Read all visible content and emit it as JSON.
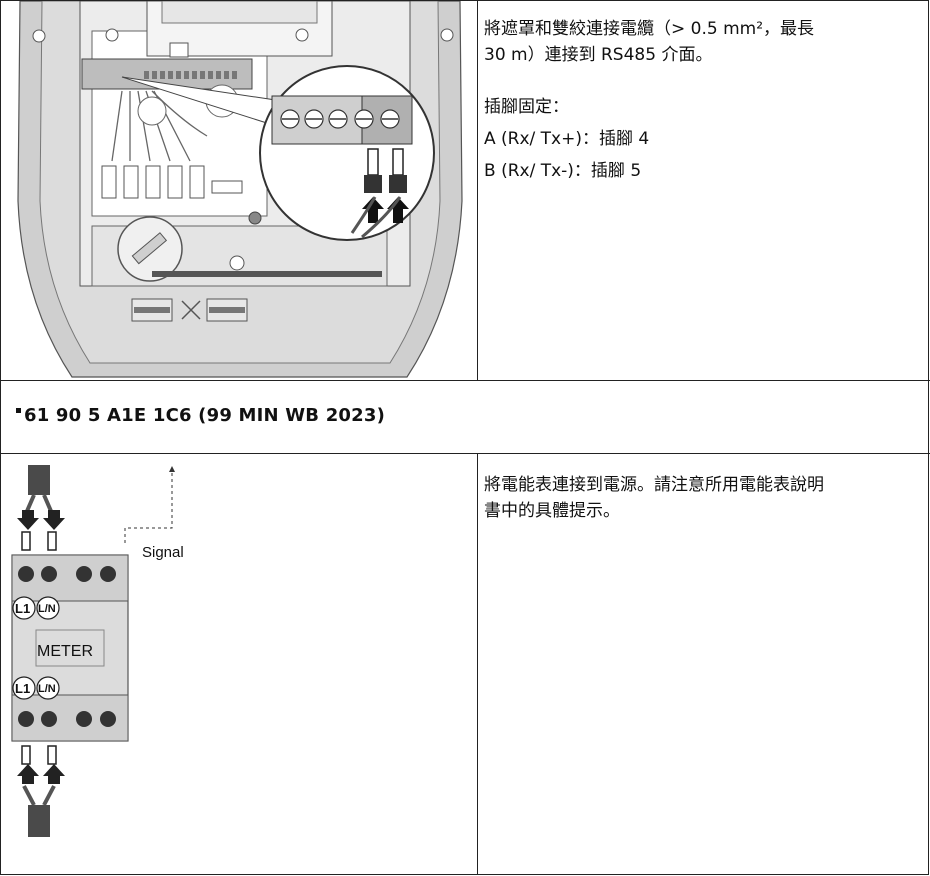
{
  "section1": {
    "description_line1": "將遮罩和雙絞連接電纜（> 0.5 mm²，最長",
    "description_line2": "30 m）連接到 RS485 介面。",
    "pin_fixed_label": "插腳固定：",
    "pin_a": "A (Rx/ Tx+)：插腳 4",
    "pin_b": "B (Rx/ Tx-)：插腳 5"
  },
  "heading": {
    "text": "61 90 5 A1E 1C6 (99 MIN WB 2023)"
  },
  "section2": {
    "description_line1": "將電能表連接到電源。請注意所用電能表說明",
    "description_line2": "書中的具體提示。"
  },
  "meter_diagram": {
    "signal_label": "Signal",
    "meter_label": "METER",
    "terminal_l1": "L1",
    "terminal_ln": "L/N"
  }
}
